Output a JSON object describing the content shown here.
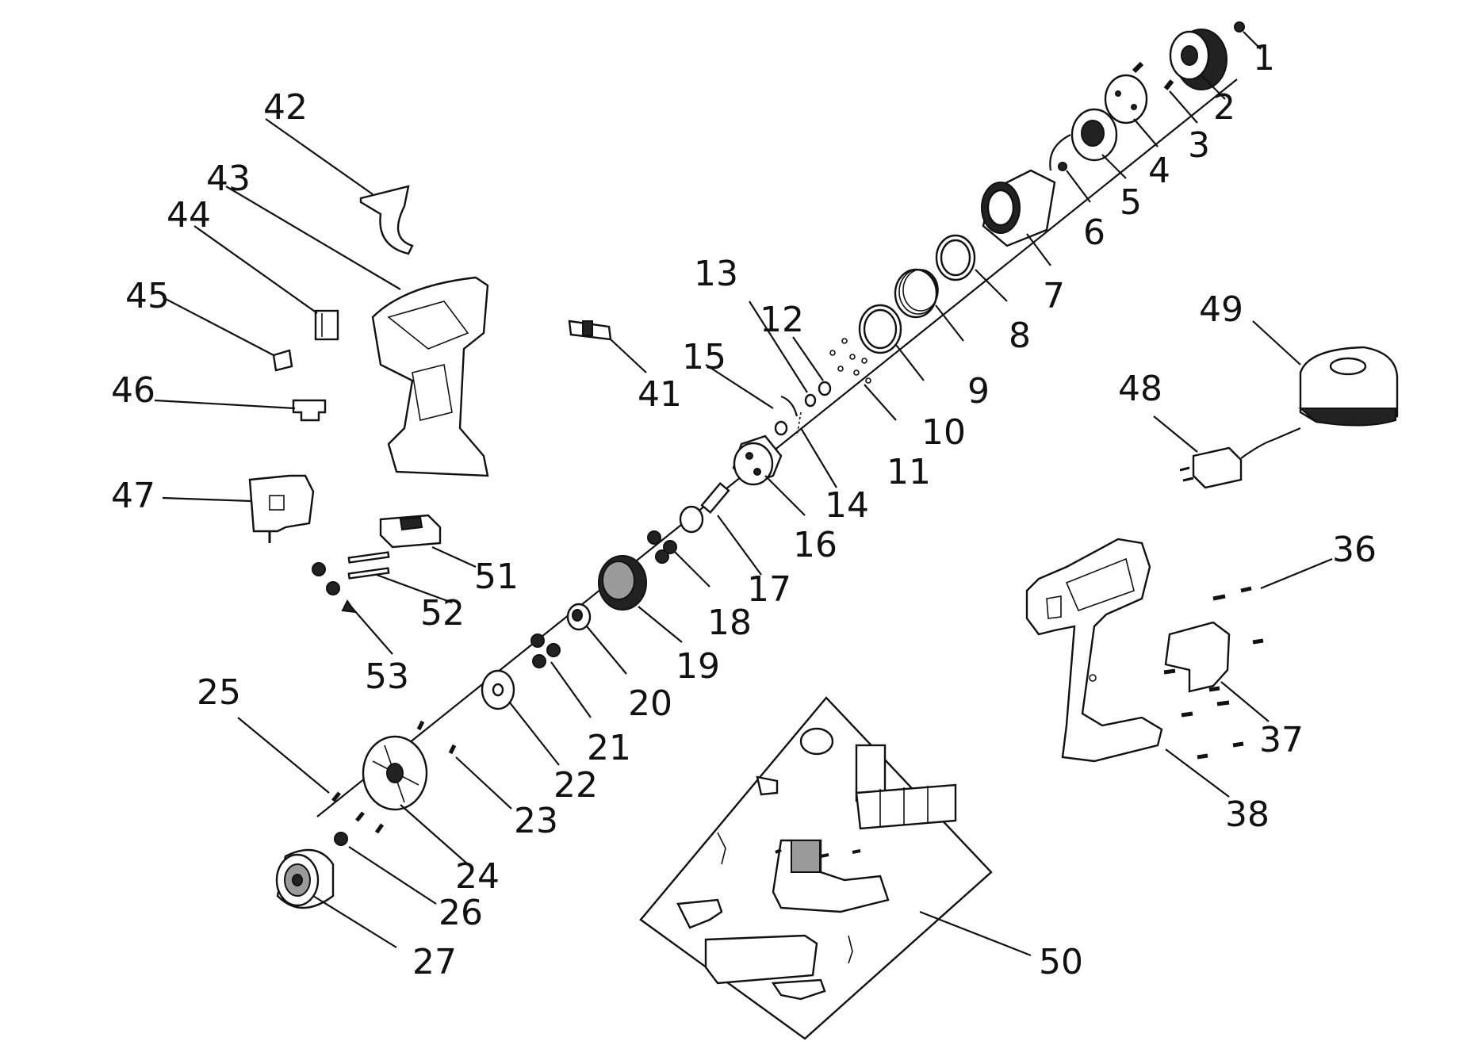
{
  "labels": {
    "p1": "1",
    "p2": "2",
    "p3": "3",
    "p4": "4",
    "p5": "5",
    "p6": "6",
    "p7": "7",
    "p8": "8",
    "p9": "9",
    "p10": "10",
    "p11": "11",
    "p12": "12",
    "p13": "13",
    "p14": "14",
    "p15": "15",
    "p16": "16",
    "p17": "17",
    "p18": "18",
    "p19": "19",
    "p20": "20",
    "p21": "21",
    "p22": "22",
    "p23": "23",
    "p24": "24",
    "p25": "25",
    "p26": "26",
    "p27": "27",
    "p36": "36",
    "p37": "37",
    "p38": "38",
    "p41": "41",
    "p42": "42",
    "p43": "43",
    "p44": "44",
    "p45": "45",
    "p46": "46",
    "p47": "47",
    "p48": "48",
    "p49": "49",
    "p50": "50",
    "p51": "51",
    "p52": "52",
    "p53": "53"
  }
}
